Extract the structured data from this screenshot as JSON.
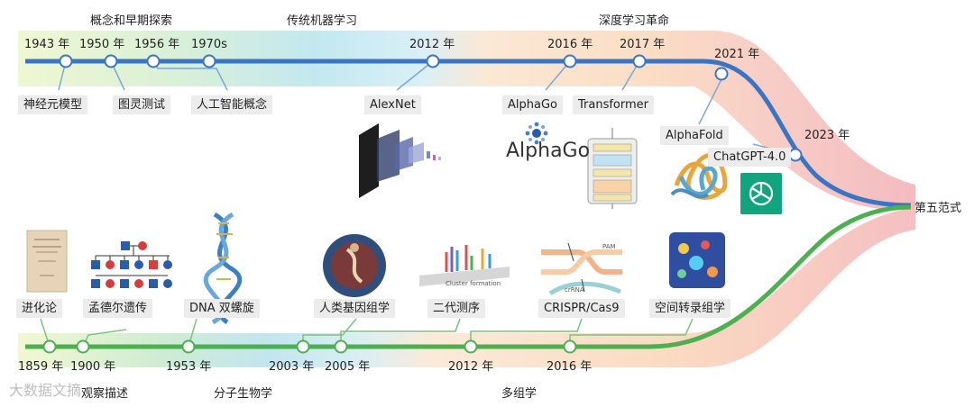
{
  "top": {
    "eras": [
      "概念和早期探索",
      "传统机器学习",
      "深度学习革命"
    ],
    "years": [
      "1943 年",
      "1950 年",
      "1956 年",
      "1970s",
      "2012 年",
      "2016 年",
      "2017 年",
      "2021 年",
      "2023 年"
    ],
    "labels": [
      "神经元模型",
      "图灵测试",
      "人工智能概念",
      "AlexNet",
      "AlphaGo",
      "Transformer",
      "AlphaFold",
      "ChatGPT-4.0"
    ],
    "alphago_logo_text": "AlphaGo"
  },
  "bottom": {
    "eras": [
      "观察描述",
      "分子生物学",
      "多组学"
    ],
    "years": [
      "1859 年",
      "1900 年",
      "1953 年",
      "2003 年",
      "2005 年",
      "2012 年",
      "2016 年"
    ],
    "labels": [
      "进化论",
      "孟德尔遗传",
      "DNA 双螺旋",
      "人类基因组学",
      "二代测序",
      "CRISPR/Cas9",
      "空间转录组学"
    ],
    "cluster_caption": "Cluster formation",
    "crispr_pam": "PAM",
    "crispr_rna": "crRNA"
  },
  "endpoint": "第五范式",
  "watermark": "大数据文摘",
  "colors": {
    "top_line": "#3b74c2",
    "bottom_line": "#4caf50",
    "node_fill": "#ffffff"
  }
}
